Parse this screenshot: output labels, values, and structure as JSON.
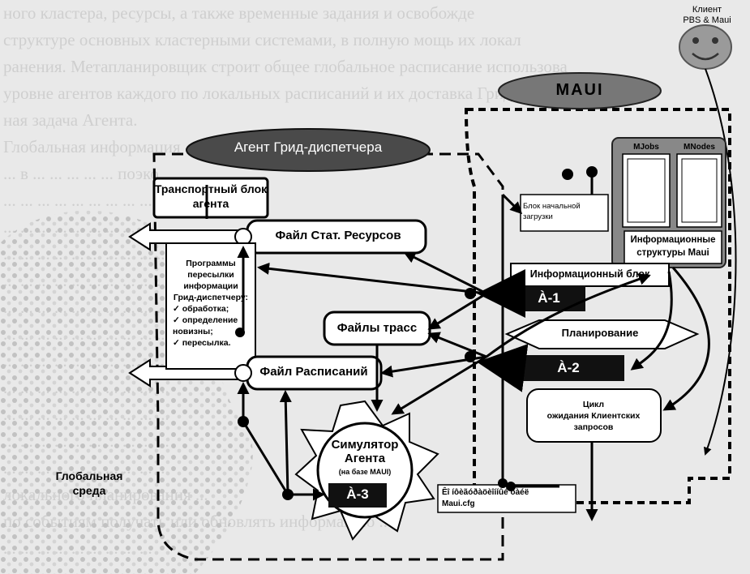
{
  "background_text": [
    "ного кластера, ресурсы, а также временные задания и освобожде",
    "структуре основных кластерными системами, в полную мощь их локал",
    "ранения. Метапланировщик строит общее глобальное расписание использова",
    "уровне агентов каждого по локальных расписаний и их доставка Грид-диспет",
    "ная задача Агента.",
    "   Глобальная информация ... Агенту необход",
    "... в ... ... ... ... ... поэко",
    "... ... ... ... ... ... ... ... ... суще",
    "... ... ... ... ... ... ... ... ... ...",
    "... ... ... ... ... ... ... ... ... ...",
    "... ... ... ... ... ... ... ... ... ...",
    "... ... ... ... ... ... ... ... ... ...",
    "... ... ... ... ... ... ... ... ... ...",
    "... ... ... ... ... ... ... ... ... ...",
    "... ... ... ... ... ... ... ... ... ...",
    "... ... ... ... ... ... ... ... ... ...",
    "... ... ... ... ... ... ... ... ... ...",
    "... ... ... ... ... ... ... ... ... ...",
    "локального планирования ...",
    "по событиям получать или обновлять информацию ...",
    "... ... ... ... ... ... ... ... ..."
  ],
  "client": {
    "label_line1": "Клиент",
    "label_line2": "PBS & Maui"
  },
  "maui": {
    "title": "MAUI"
  },
  "agent": {
    "title": "Агент Грид-диспетчера"
  },
  "transport": {
    "line1": "Транспортный блок",
    "line2": "агента"
  },
  "file_stat": "Файл Стат. Ресурсов",
  "programs": {
    "lines": [
      "Программы",
      "пересылки",
      "информации",
      "Грид-диспетчеру:"
    ],
    "checks": [
      "обработка;",
      "определение новизны;",
      "пересылка."
    ]
  },
  "file_traces": "Файлы трасс",
  "file_schedules": "Файл Расписаний",
  "simulator": {
    "line1": "Симулятор",
    "line2": "Агента",
    "line3": "(на базе MAUI)"
  },
  "a1": "À-1",
  "a2": "À-2",
  "a3": "À-3",
  "startup": {
    "line1": "Блок начальной",
    "line2": "загрузки"
  },
  "mjobs": "MJobs",
  "mnodes": "MNodes",
  "info_structs": {
    "line1": "Информационные",
    "line2": "структуры Maui"
  },
  "info_block": "Информационный блок",
  "planning": "Планирование",
  "cycle": {
    "line1": "Цикл",
    "line2": "ожидания Клиентских",
    "line3": "запросов"
  },
  "config": {
    "line1": "Êî íôèãóðàöèîííûé ôàéë",
    "line2": "Maui.cfg"
  },
  "global_env": {
    "line1": "Глобальная",
    "line2": "среда"
  }
}
